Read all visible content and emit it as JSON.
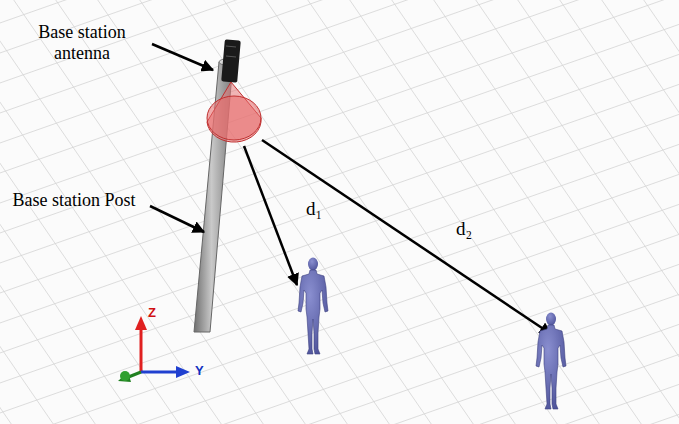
{
  "diagram": {
    "labels": [
      "Base station antenna",
      "Base station Post",
      "d₁",
      "d₂",
      "Z",
      "Y"
    ]
  }
}
